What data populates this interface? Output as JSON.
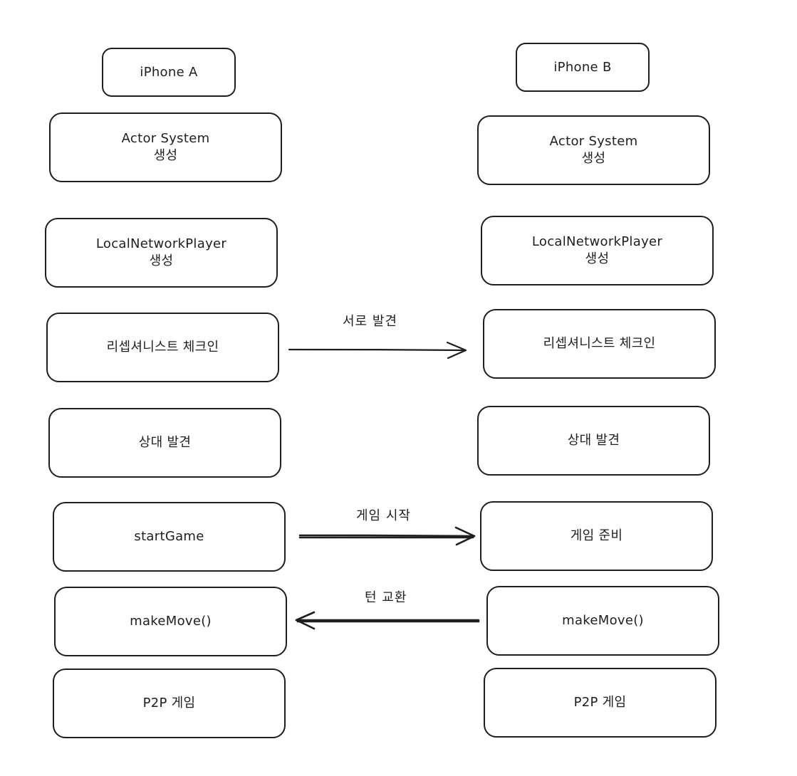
{
  "diagram": {
    "nodes": {
      "iphone_a": "iPhone A",
      "iphone_b": "iPhone B",
      "a_actor_system": {
        "line1": "Actor System",
        "line2": "생성"
      },
      "b_actor_system": {
        "line1": "Actor System",
        "line2": "생성"
      },
      "a_local_network_player": {
        "line1": "LocalNetworkPlayer",
        "line2": "생성"
      },
      "b_local_network_player": {
        "line1": "LocalNetworkPlayer",
        "line2": "생성"
      },
      "a_receptionist_checkin": "리셉셔니스트 체크인",
      "b_receptionist_checkin": "리셉셔니스트 체크인",
      "a_peer_found": "상대 발견",
      "b_peer_found": "상대 발견",
      "a_start_game": "startGame",
      "b_game_ready": "게임 준비",
      "a_make_move": "makeMove()",
      "b_make_move": "makeMove()",
      "a_p2p_game": "P2P 게임",
      "b_p2p_game": "P2P 게임"
    },
    "edges": [
      {
        "label": "서로 발견",
        "from": "a_receptionist_checkin",
        "to": "b_receptionist_checkin"
      },
      {
        "label": "게임 시작",
        "from": "a_start_game",
        "to": "b_game_ready"
      },
      {
        "label": "턴 교환",
        "from": "b_make_move",
        "to": "a_make_move"
      }
    ],
    "stroke_color": "#1e1e1e",
    "background_color": "#ffffff"
  }
}
